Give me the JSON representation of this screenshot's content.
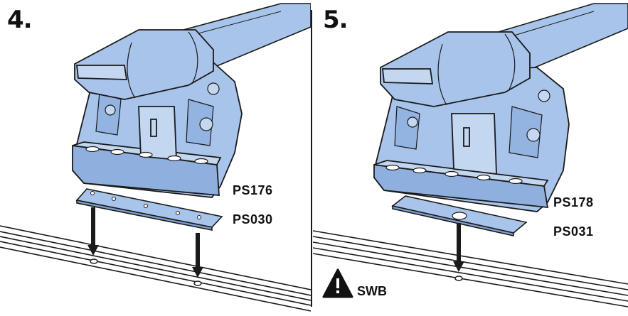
{
  "colors": {
    "part_fill": "#a8c4ea",
    "part_light": "#c4d7f1",
    "part_dark": "#7f9fcf",
    "outline": "#1a1a1a"
  },
  "steps": [
    {
      "number": "4.",
      "top_label": "PS176",
      "bottom_label": "PS030"
    },
    {
      "number": "5.",
      "top_label": "PS178",
      "bottom_label": "PS031",
      "warning_label": "SWB",
      "warning_icon": "warning-triangle-icon"
    }
  ]
}
